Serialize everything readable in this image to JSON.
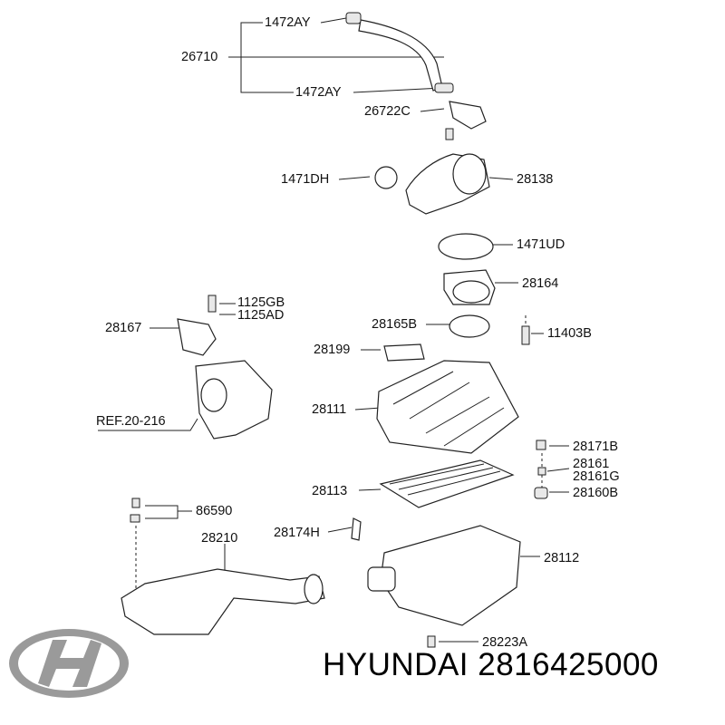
{
  "labels": {
    "p1472ay_top": "1472AY",
    "p26710": "26710",
    "p1472ay_bot": "1472AY",
    "p26722c": "26722C",
    "p1471dh": "1471DH",
    "p28138": "28138",
    "p1471ud": "1471UD",
    "p28164": "28164",
    "p1125gb": "1125GB",
    "p1125ad": "1125AD",
    "p28167": "28167",
    "p28165b": "28165B",
    "p11403b": "11403B",
    "p28199": "28199",
    "pref": "REF.20-216",
    "p28111": "28111",
    "p28171b": "28171B",
    "p28161": "28161",
    "p28161g": "28161G",
    "p28113": "28113",
    "p28160b": "28160B",
    "p86590": "86590",
    "p28174h": "28174H",
    "p28210": "28210",
    "p28112": "28112",
    "p28223a": "28223A"
  },
  "brand_text": "HYUNDAI 2816425000",
  "icons": {
    "logo": "hyundai-logo"
  },
  "colors": {
    "line": "#222222",
    "logo": "#9a9a9a",
    "text": "#111111"
  }
}
